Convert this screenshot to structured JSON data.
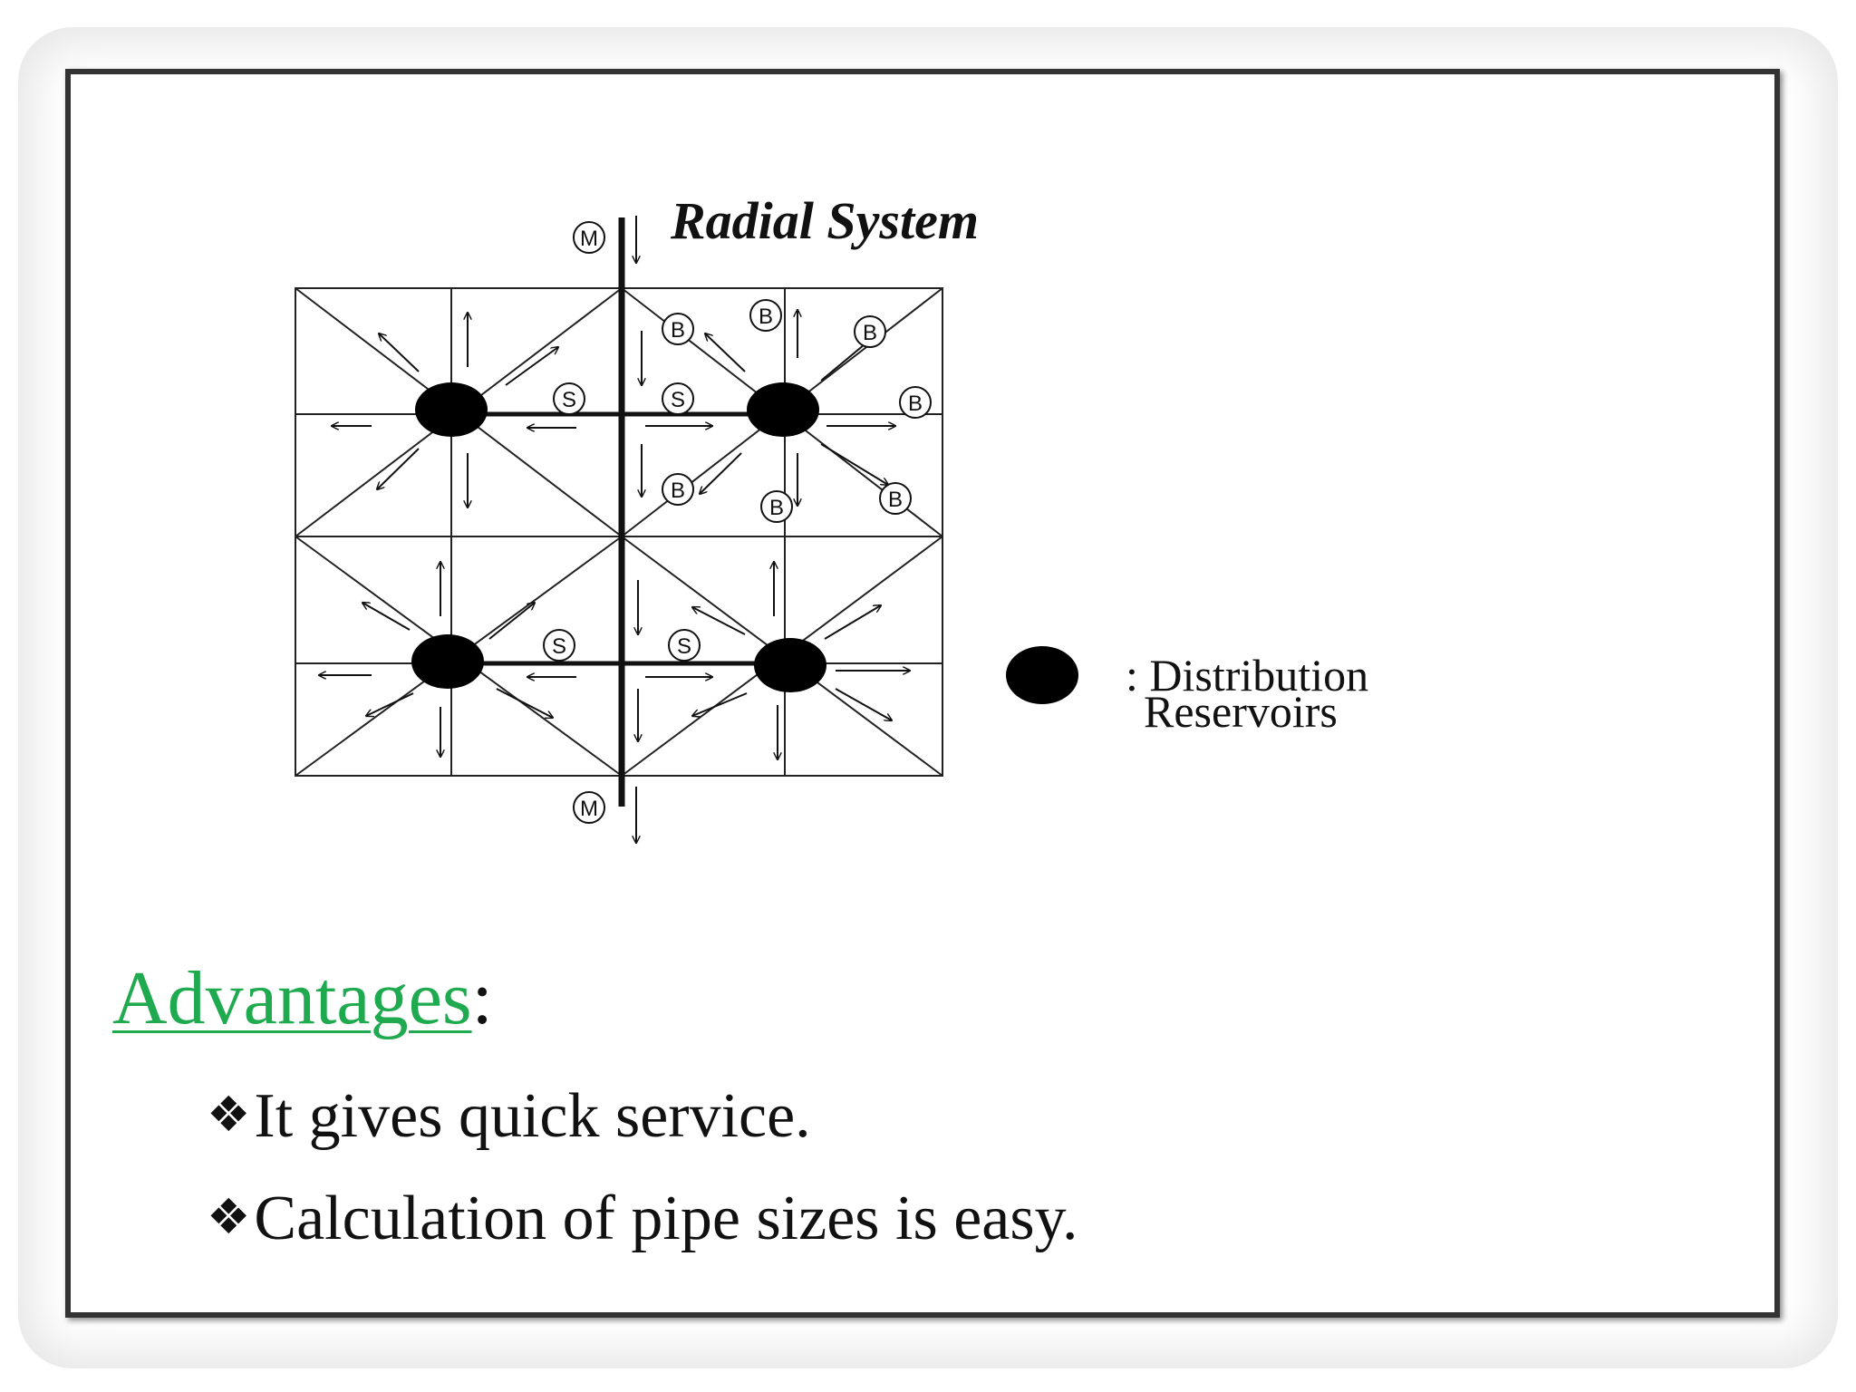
{
  "diagram": {
    "title": "Radial System",
    "main_marker": "M",
    "sub_marker": "S",
    "branch_marker": "B",
    "legend": {
      "separator": ":",
      "line1": "Distribution",
      "line2": "Reservoirs"
    }
  },
  "advantages": {
    "heading": "Advantages",
    "colon": ":",
    "bullet_symbol": "❖",
    "items": [
      "It gives quick service.",
      "Calculation of pipe sizes is easy."
    ]
  },
  "colors": {
    "heading_accent": "#1faa4f",
    "frame": "#333333",
    "ink": "#111111"
  }
}
